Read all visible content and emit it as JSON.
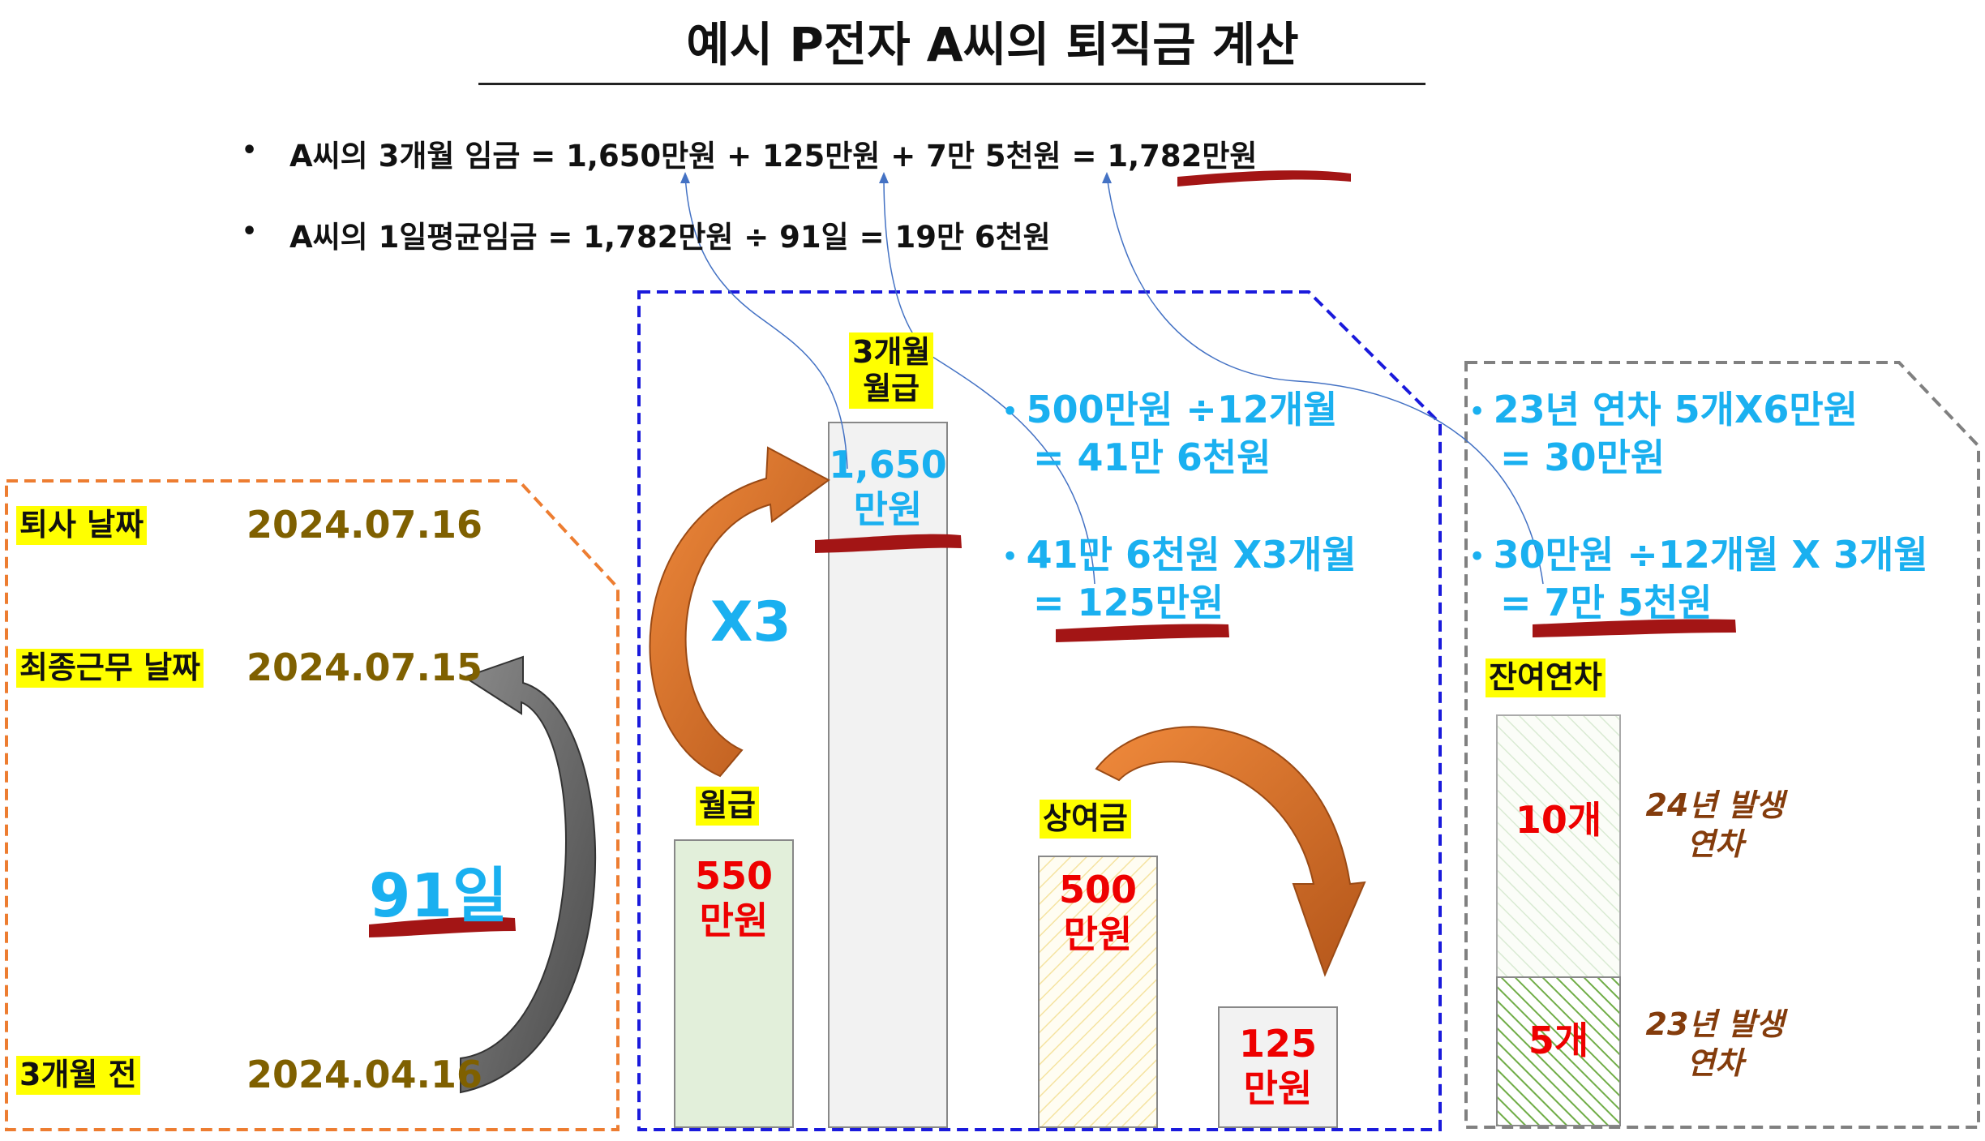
{
  "title": "예시 P전자 A씨의 퇴직금 계산",
  "formulas": {
    "line1": "A씨의 3개월 임금 = 1,650만원 + 125만원 + 7만 5천원 = 1,782만원",
    "line2": "A씨의 1일평균임금 = 1,782만원 ÷ 91일 = 19만 6천원"
  },
  "dates_panel": {
    "resign_label": "퇴사 날짜",
    "resign_date": "2024.07.16",
    "last_work_label": "최종근무 날짜",
    "last_work_date": "2024.07.15",
    "three_months_label": "3개월 전",
    "three_months_date": "2024.04.16",
    "days_total": "91일"
  },
  "wage_panel": {
    "monthly_label": "월급",
    "monthly_value_line1": "550",
    "monthly_value_line2": "만원",
    "multiplier": "X3",
    "three_month_label_line1": "3개월",
    "three_month_label_line2": "월급",
    "three_month_value_line1": "1,650",
    "three_month_value_line2": "만원",
    "bonus_note1_line1": "500만원 ÷12개월",
    "bonus_note1_line2": "= 41만 6천원",
    "bonus_note2_line1": "41만 6천원 X3개월",
    "bonus_note2_line2": "= 125만원",
    "bonus_label": "상여금",
    "bonus_value_line1": "500",
    "bonus_value_line2": "만원",
    "bonus_result_line1": "125",
    "bonus_result_line2": "만원"
  },
  "leave_panel": {
    "note1_line1": "23년 연차 5개X6만원",
    "note1_line2": "= 30만원",
    "note2_line1": "30만원 ÷12개월 X 3개월",
    "note2_line2": "= 7만 5천원",
    "label": "잔여연차",
    "upper_count": "10개",
    "upper_desc_line1": "24년 발생",
    "upper_desc_line2": "연차",
    "lower_count": "5개",
    "lower_desc_line1": "23년 발생",
    "lower_desc_line2": "연차"
  },
  "colors": {
    "orange_panel": "#ed7d31",
    "blue_panel": "#1a1adc",
    "gray_panel": "#808080",
    "accent_blue": "#1ab0f0",
    "accent_red": "#ee0000",
    "date_brown": "#7f6000",
    "highlight_yellow": "#ffff00",
    "underline_red": "#a31515"
  }
}
